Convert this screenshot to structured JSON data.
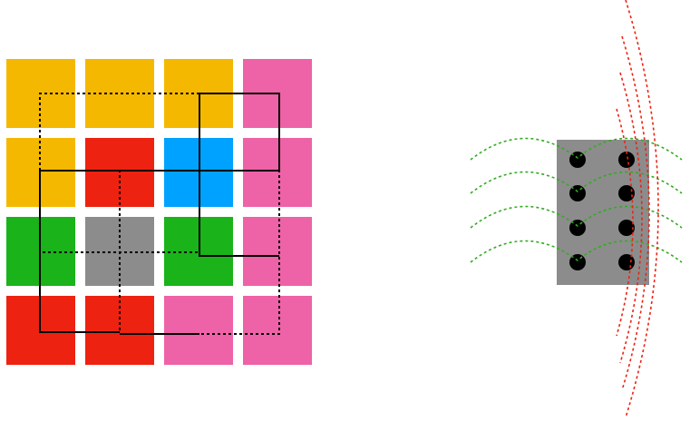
{
  "grid": {
    "rows": 4,
    "cols": 4,
    "cells": [
      [
        "#F5B800",
        "#F5B800",
        "#F5B800",
        "#EE62A8"
      ],
      [
        "#F5B800",
        "#EE2211",
        "#00A2FF",
        "#EE62A8"
      ],
      [
        "#1AB31A",
        "#8C8C8C",
        "#1AB31A",
        "#EE62A8"
      ],
      [
        "#EE2211",
        "#EE2211",
        "#EE62A8",
        "#EE62A8"
      ]
    ]
  },
  "block": {
    "color": "#8C8C8C",
    "dot_rows": 4,
    "dot_cols": 2,
    "dot_color": "#000000"
  },
  "green_arcs": {
    "count": 4,
    "color": "#33AA22"
  },
  "red_arcs": {
    "count": 4,
    "color": "#EE2211"
  }
}
